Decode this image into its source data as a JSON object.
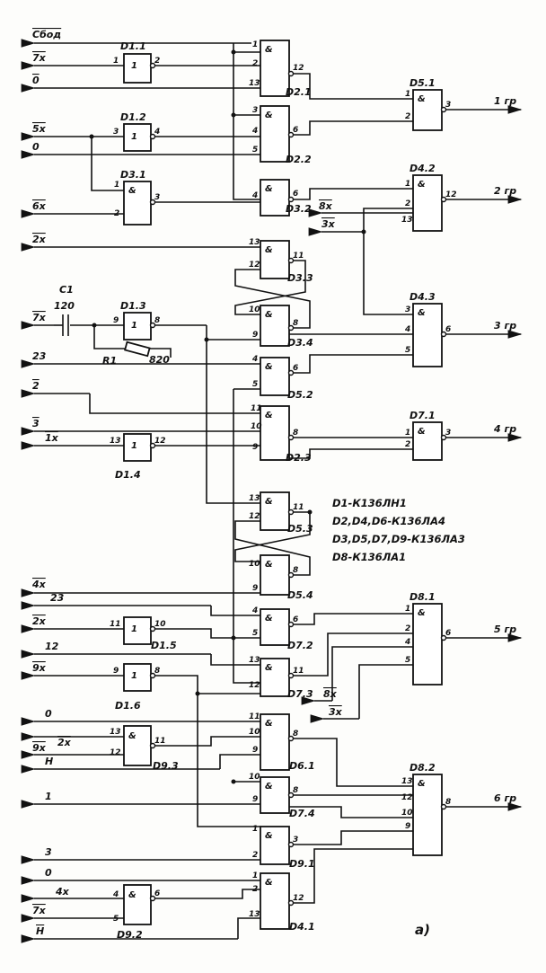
{
  "inputs": {
    "sbros": "Сбод",
    "in_7x": "7х",
    "in_0_top": "0",
    "in_5x": "5х",
    "in_0b": "0",
    "in_6x": "6х",
    "in_2x": "2х",
    "c1": "C1",
    "c1_val": "120",
    "in_7x_b": "7х",
    "r1": "R1",
    "r1_val": "820",
    "in_23": "23",
    "in_2": "2",
    "in_3": "3",
    "in_1x": "1х",
    "in_4x": "4х",
    "in_23b": "23",
    "in_2x_b": "2х",
    "in_12": "12",
    "in_9x": "9х",
    "in_0c": "0",
    "in_9x_b": "9х",
    "in_2x_c": "2х",
    "in_H": "Н",
    "in_1": "1",
    "in_3b": "3",
    "in_0d": "0",
    "in_4x_b": "4х",
    "in_7x_c": "7х",
    "in_H_b": "Н",
    "in_8x": "8х",
    "in_3x": "3х",
    "in_8x_b": "8х",
    "in_3x_b": "3х"
  },
  "outputs": {
    "o1": "1 гр",
    "o2": "2 гр",
    "o3": "3 гр",
    "o4": "4 гр",
    "o5": "5 гр",
    "o6": "6 гр"
  },
  "gates": {
    "d11": "D1.1",
    "d12": "D1.2",
    "d31": "D3.1",
    "d13": "D1.3",
    "d14": "D1.4",
    "d15": "D1.5",
    "d16": "D1.6",
    "d93": "D9.3",
    "d92": "D9.2",
    "d21": "D2.1",
    "d22": "D2.2",
    "d32": "D3.2",
    "d33": "D3.3",
    "d34": "D3.4",
    "d52": "D5.2",
    "d23": "D2.3",
    "d53": "D5.3",
    "d54": "D5.4",
    "d72": "D7.2",
    "d73": "D7.3",
    "d61": "D6.1",
    "d74": "D7.4",
    "d91": "D9.1",
    "d41": "D4.1",
    "d51": "D5.1",
    "d42": "D4.2",
    "d43": "D4.3",
    "d71": "D7.1",
    "d81": "D8.1",
    "d82": "D8.2"
  },
  "symbols": {
    "and": "&",
    "not": "1"
  },
  "notes": [
    "D1-К136ЛН1",
    "D2,D4,D6-К136ЛА4",
    "D3,D5,D7,D9-К136ЛА3",
    "D8-К136ЛА1"
  ],
  "figure_label": "а)"
}
